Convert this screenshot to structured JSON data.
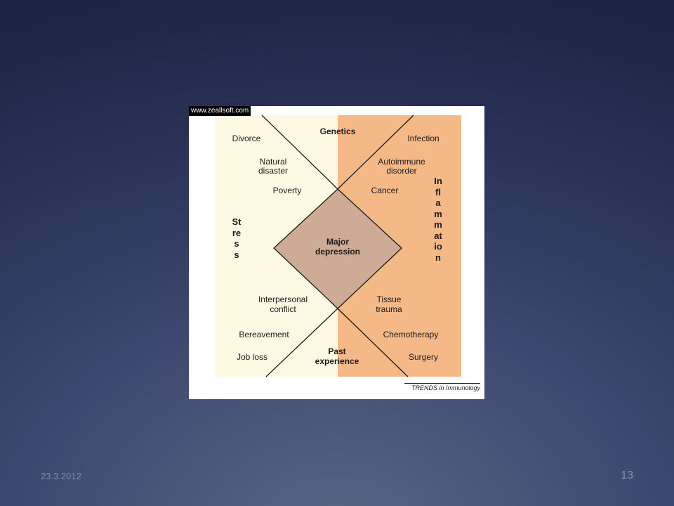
{
  "figure": {
    "watermark": "www.zeallsoft.com",
    "credit": "TRENDS in Immunology",
    "center": {
      "line1": "Major",
      "line2": "depression"
    },
    "top": "Genetics",
    "bottom": {
      "line1": "Past",
      "line2": "experience"
    },
    "left_vertical": "Stress",
    "right_vertical": "Inflammation",
    "stress_factors": {
      "divorce": "Divorce",
      "natural_disaster_1": "Natural",
      "natural_disaster_2": "disaster",
      "poverty": "Poverty",
      "interpersonal_1": "Interpersonal",
      "interpersonal_2": "conflict",
      "bereavement": "Bereavement",
      "job_loss": "Job loss"
    },
    "inflammation_factors": {
      "infection": "Infection",
      "autoimmune_1": "Autoimmune",
      "autoimmune_2": "disorder",
      "cancer": "Cancer",
      "tissue_1": "Tissue",
      "tissue_2": "trauma",
      "chemotherapy": "Chemotherapy",
      "surgery": "Surgery"
    },
    "colors": {
      "stress_bg": "#fdf9e3",
      "inflammation_bg": "#f5b887",
      "diamond": "#cdab97"
    }
  },
  "footer": {
    "date": "23.3.2012",
    "page": "13"
  }
}
